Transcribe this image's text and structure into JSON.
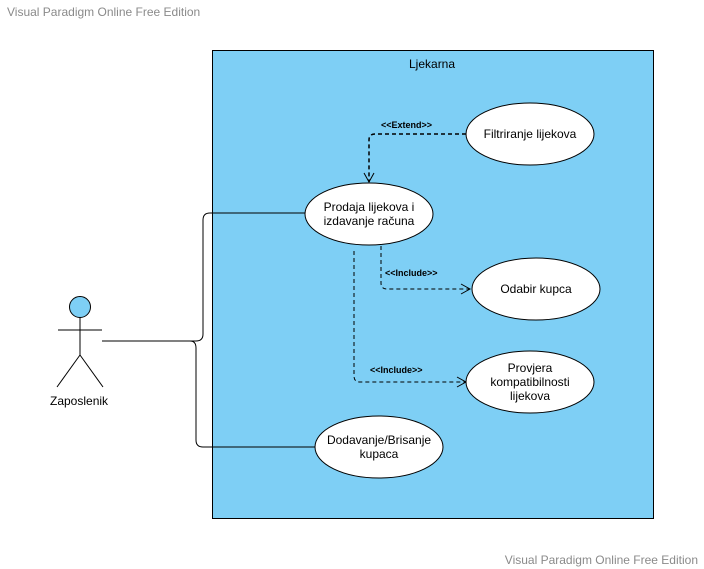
{
  "watermark": {
    "top": "Visual Paradigm Online Free Edition",
    "bottom": "Visual Paradigm Online Free Edition"
  },
  "colors": {
    "system_fill": "#7ecff5",
    "actor_head": "#7ecff5",
    "use_case_fill": "#ffffff",
    "line": "#000000"
  },
  "system": {
    "name": "Ljekarna"
  },
  "actor": {
    "name": "Zaposlenik"
  },
  "use_cases": {
    "prodaja": "Prodaja lijekova i\nizdavanje računa",
    "filtriranje": "Filtriranje lijekova",
    "odabir": "Odabir kupca",
    "provjera": "Provjera\nkompatibilnosti\nlijekova",
    "dodavanje": "Dodavanje/Brisanje\nkupaca"
  },
  "relationships": {
    "extend": "<<Extend>>",
    "include_odabir": "<<Include>>",
    "include_provjera": "<<Include>>"
  }
}
